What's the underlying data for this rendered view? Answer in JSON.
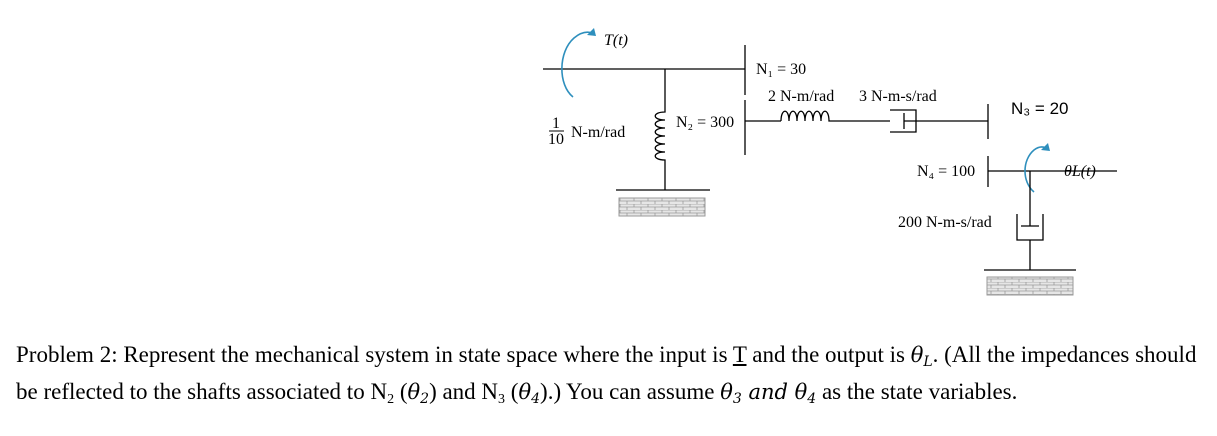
{
  "diagram": {
    "input_torque": "T(t)",
    "spring1": {
      "num": "1",
      "den": "10",
      "unit": "N-m/rad"
    },
    "gear_n1": "N₁ = 30",
    "gear_n2": "N₂ = 300",
    "spring2": "2 N-m/rad",
    "damper1": "3 N-m-s/rad",
    "gear_n3": "N₃ = 20",
    "gear_n4": "N₄ = 100",
    "output_angle": "θL(t)",
    "damper2": "200 N-m-s/rad"
  },
  "problem": {
    "p1": "Problem 2: Represent the mechanical system in state space where the input is ",
    "input_var": "T",
    "p2": " and the output is ",
    "output_var": "θ",
    "output_sub": "L",
    "p3": ". (All the impedances should be reflected to the shafts associated to N",
    "n2_sub": "2",
    "p4": " (",
    "theta2": "θ",
    "theta2_sub": "2",
    "p5": ") and N",
    "n3_sub": "3",
    "p6": " (",
    "theta4": "θ",
    "theta4_sub": "4",
    "p7": ").)  You can assume ",
    "theta3b": "θ",
    "theta3b_sub": "3",
    "and_word": " and ",
    "theta4b": "θ",
    "theta4b_sub": "4",
    "p8": " as the state variables."
  }
}
